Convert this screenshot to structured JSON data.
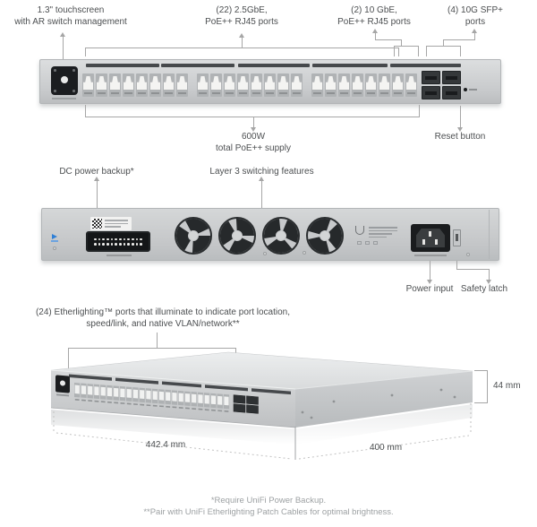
{
  "annotations": {
    "touchscreen": "1.3\" touchscreen\nwith AR switch management",
    "ports_25g": "(22) 2.5GbE,\nPoE++ RJ45 ports",
    "ports_10g": "(2) 10 GbE,\nPoE++ RJ45 ports",
    "ports_sfp": "(4) 10G SFP+\nports",
    "poe_supply": "600W\ntotal PoE++ supply",
    "reset_button": "Reset button",
    "dc_power_backup": "DC power backup*",
    "layer3": "Layer 3 switching features",
    "power_input": "Power input",
    "safety_latch": "Safety latch",
    "etherlighting": "(24) Etherlighting™ ports that illuminate to indicate port location,\nspeed/link, and native VLAN/network**"
  },
  "dimensions": {
    "width": "442.4 mm",
    "depth": "400 mm",
    "height": "44 mm"
  },
  "footnotes": {
    "line1": "*Require UniFi Power Backup.",
    "line2": "**Pair with UniFi Etherlighting Patch Cables for optimal brightness."
  },
  "device": {
    "rj45_ports": 24,
    "sfp_ports": 4,
    "fans": 4,
    "etherlighting_strips": 5
  },
  "colors": {
    "chassis_gray": "#cdd0d2",
    "etherlighting_strip": "#46494c",
    "label_text": "#4c4f51",
    "callout_line": "#a6a6a6",
    "footnote_text": "#9da1a3",
    "accent_blue": "#2f7fd6"
  }
}
